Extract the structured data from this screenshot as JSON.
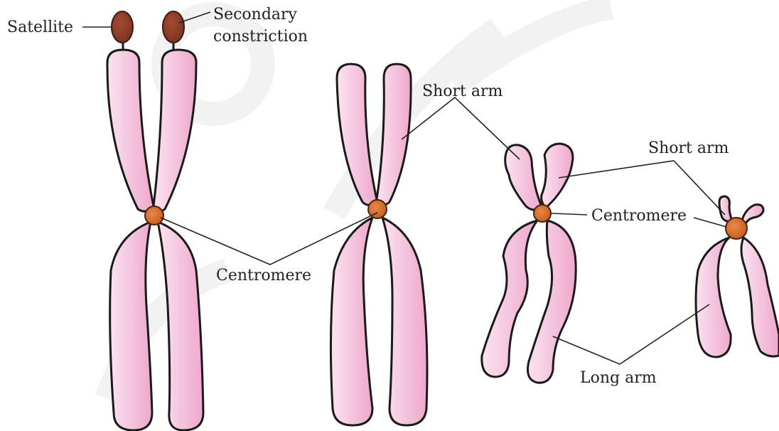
{
  "labels": {
    "satellite": "Satellite",
    "secondary_constriction_line1": "Secondary",
    "secondary_constriction_line2": "constriction",
    "short_arm_top": "Short arm",
    "short_arm_right": "Short arm",
    "centromere_bottom": "Centromere",
    "centromere_right": "Centromere",
    "long_arm": "Long arm"
  },
  "colors": {
    "arm_fill_light": "#fbe3ef",
    "arm_fill_dark": "#efa8cc",
    "centromere": "#d2691e",
    "satellite": "#8b3a25",
    "outline": "#1a1a1a",
    "watermark": "#ebebeb"
  }
}
